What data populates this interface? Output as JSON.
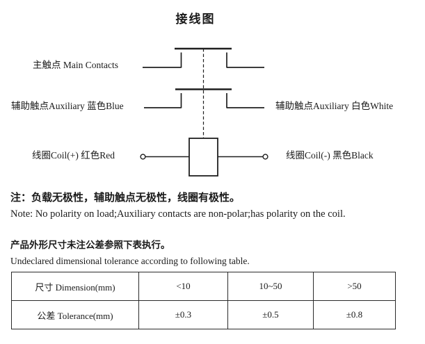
{
  "page": {
    "background": "#ffffff",
    "text_color": "#1a1a1a",
    "line_color": "#1f1f1f"
  },
  "title": "接线图",
  "diagram": {
    "labels": {
      "main_contacts": "主触点 Main Contacts",
      "aux_left": "辅助触点Auxiliary 蓝色Blue",
      "coil_left": "线圈Coil(+) 红色Red",
      "aux_right": "辅助触点Auxiliary 白色White",
      "coil_right": "线圈Coil(-) 黑色Black"
    }
  },
  "notes": {
    "polarity_cn": "注：负载无极性，辅助触点无极性，线圈有极性。",
    "polarity_en": "Note: No polarity on load;Auxiliary contacts are non-polar;has polarity on the coil.",
    "tolerance_cn": "产品外形尺寸未注公差参照下表执行。",
    "tolerance_en": "Undeclared dimensional tolerance according to following table."
  },
  "table": {
    "rows": [
      [
        "尺寸 Dimension(mm)",
        "<10",
        "10~50",
        ">50"
      ],
      [
        "公差 Tolerance(mm)",
        "±0.3",
        "±0.5",
        "±0.8"
      ]
    ]
  }
}
